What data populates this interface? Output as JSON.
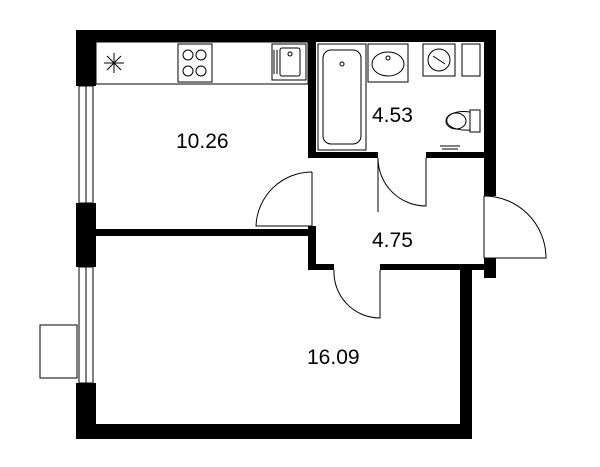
{
  "rooms": {
    "kitchen_area": "10.26",
    "bathroom_area": "4.53",
    "hallway_area": "4.75",
    "living_room_area": "16.09"
  },
  "colors": {
    "wall": "#000000",
    "line": "#000000",
    "background": "#ffffff"
  },
  "icons": {
    "stove": "stove-icon",
    "sink": "sink-icon",
    "bathtub": "bathtub-icon",
    "washing_machine": "washing-machine-icon",
    "toilet": "toilet-icon",
    "exhaust": "exhaust-vent-icon"
  }
}
